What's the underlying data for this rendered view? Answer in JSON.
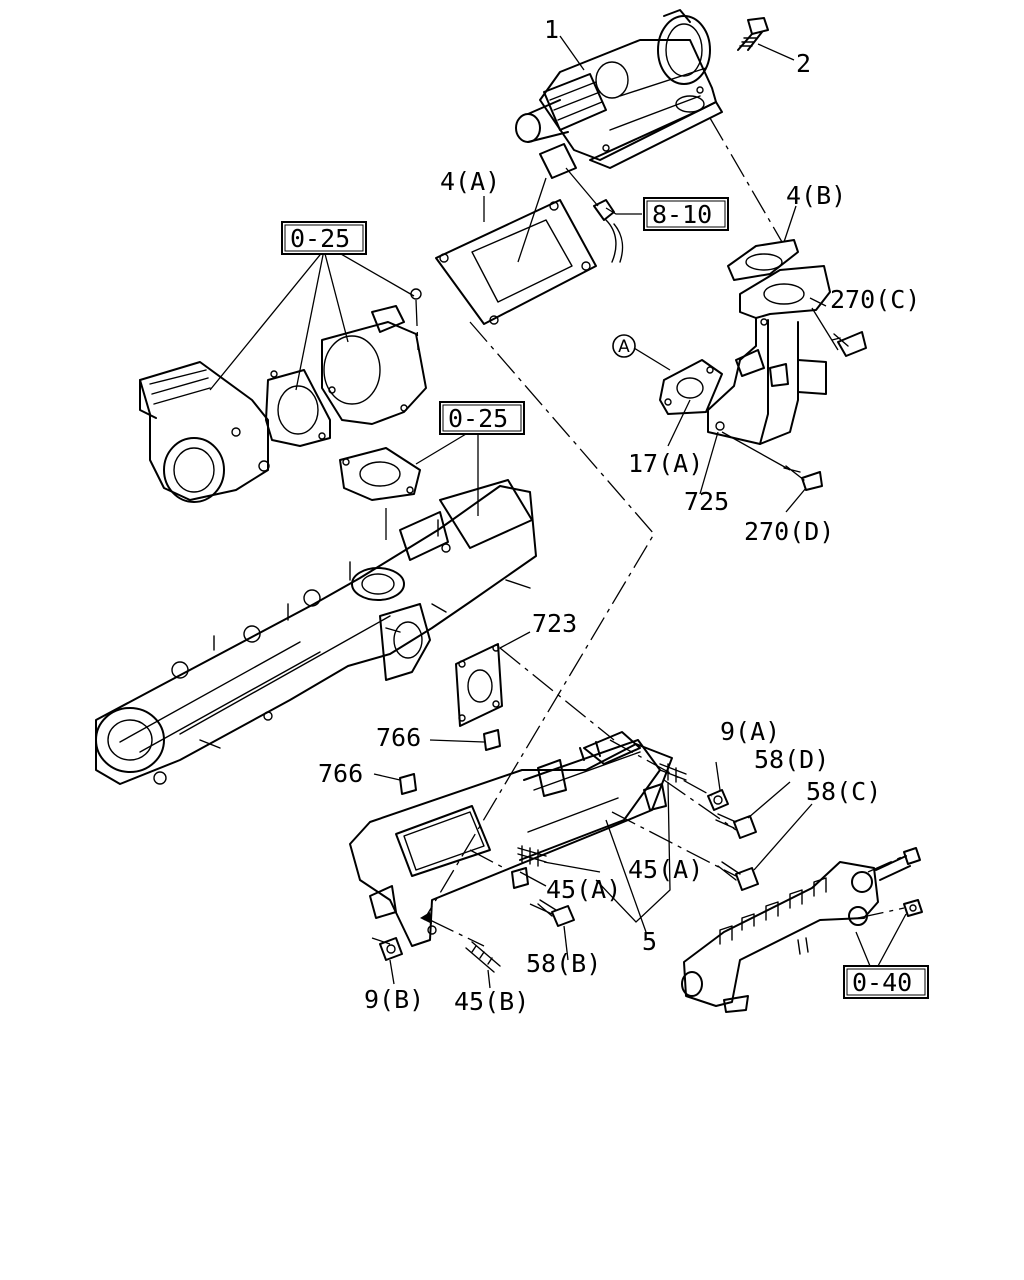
{
  "labels": {
    "p1": "1",
    "p2": "2",
    "p4a": "4(A)",
    "p4b": "4(B)",
    "p5": "5",
    "p9a": "9(A)",
    "p9b": "9(B)",
    "p17a": "17(A)",
    "p45a_1": "45(A)",
    "p45a_2": "45(A)",
    "p45b": "45(B)",
    "p58b": "58(B)",
    "p58c": "58(C)",
    "p58d": "58(D)",
    "p270c": "270(C)",
    "p270d": "270(D)",
    "p723": "723",
    "p725": "725",
    "p766_1": "766",
    "p766_2": "766"
  },
  "refs": {
    "r810": "8-10",
    "r025_a": "0-25",
    "r025_b": "0-25",
    "r040": "0-40"
  },
  "circle_marker": "A"
}
